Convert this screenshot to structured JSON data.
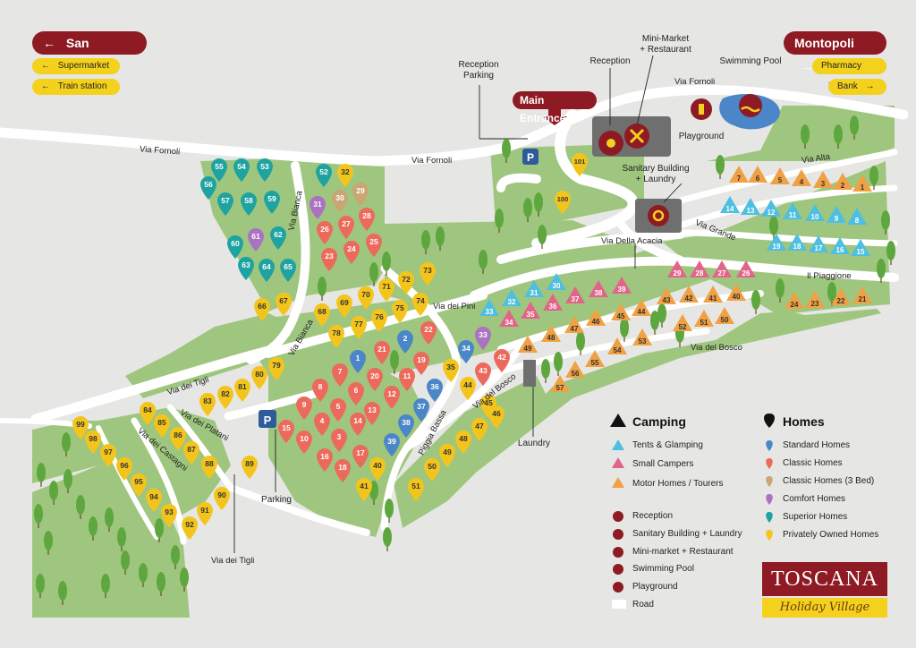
{
  "signs": {
    "left_main": "San Romano",
    "left_sub": [
      "Supermarket",
      "Train station"
    ],
    "right_main": "Montopoli",
    "right_sub": [
      "Pharmacy",
      "Bank"
    ],
    "arrow_left": "←",
    "arrow_right": "→",
    "main_entrance": "Main Entrance"
  },
  "place_labels": {
    "reception_parking": "Reception\nParking",
    "reception": "Reception",
    "minimarket": "Mini-Market\n+ Restaurant",
    "swimming_pool": "Swimming Pool",
    "playground": "Playground",
    "sanitary": "Sanitary Building\n+ Laundry",
    "laundry": "Laundry",
    "parking": "Parking"
  },
  "roads": {
    "via_fornoli": "Via Fornoli",
    "via_alta": "Via Alta",
    "via_grande": "Via Grande",
    "via_della_acacia": "Via Della Acacia",
    "il_piaggione": "Il Piaggione",
    "via_bianca": "Via Bianca",
    "via_dei_pini": "Via dei Pini",
    "via_del_bosco": "Via del Bosco",
    "via_dei_tigli": "Via dei Tigli",
    "via_dei_platani": "Via dei Platani",
    "via_dei_castagni": "Via dei Castagni",
    "piggia_bassa": "Piggia Bassa",
    "parking_symbol": "P"
  },
  "legend": {
    "camping_title": "Camping",
    "homes_title": "Homes",
    "camping_items": [
      "Tents & Glamping",
      "Small Campers",
      "Motor Homes / Tourers"
    ],
    "homes_items": [
      "Standard Homes",
      "Classic Homes",
      "Classic Homes (3 Bed)",
      "Comfort Homes",
      "Superior Homes",
      "Privately Owned Homes"
    ],
    "facilities": [
      "Reception",
      "Sanitary Building + Laundry",
      "Mini-market + Restaurant",
      "Swimming Pool",
      "Playground",
      "Road"
    ]
  },
  "brand": {
    "name": "TOSCANA",
    "tagline": "Holiday Village"
  },
  "colors": {
    "background": "#e6e6e4",
    "grass": "#9fc67e",
    "road": "#ffffff",
    "maroon": "#8e1a24",
    "yellow": "#f3d11c",
    "tent": "#4dbfe0",
    "small_camper": "#e2648a",
    "motor_home": "#f0a144",
    "standard": "#4a86c8",
    "classic": "#ec6a5c",
    "classic_3bed": "#c9a674",
    "comfort": "#ab72c1",
    "superior": "#1fa3a0",
    "private": "#f3c51c",
    "tree": "#5ea63e"
  },
  "homes": [
    {
      "n": "55",
      "c": "superior"
    },
    {
      "n": "54",
      "c": "superior"
    },
    {
      "n": "53",
      "c": "superior"
    },
    {
      "n": "56",
      "c": "superior"
    },
    {
      "n": "57",
      "c": "superior"
    },
    {
      "n": "58",
      "c": "superior"
    },
    {
      "n": "59",
      "c": "superior"
    },
    {
      "n": "60",
      "c": "superior"
    },
    {
      "n": "61",
      "c": "comfort"
    },
    {
      "n": "62",
      "c": "superior"
    },
    {
      "n": "63",
      "c": "superior"
    },
    {
      "n": "64",
      "c": "superior"
    },
    {
      "n": "65",
      "c": "superior"
    },
    {
      "n": "52",
      "c": "superior"
    },
    {
      "n": "32",
      "c": "private"
    },
    {
      "n": "30",
      "c": "classic_3bed"
    },
    {
      "n": "29",
      "c": "classic_3bed"
    },
    {
      "n": "31",
      "c": "comfort"
    },
    {
      "n": "27",
      "c": "classic"
    },
    {
      "n": "28",
      "c": "classic"
    },
    {
      "n": "26",
      "c": "classic"
    },
    {
      "n": "25",
      "c": "classic"
    },
    {
      "n": "24",
      "c": "classic"
    },
    {
      "n": "23",
      "c": "classic"
    },
    {
      "n": "66",
      "c": "private"
    },
    {
      "n": "67",
      "c": "private"
    },
    {
      "n": "73",
      "c": "private"
    },
    {
      "n": "72",
      "c": "private"
    },
    {
      "n": "71",
      "c": "private"
    },
    {
      "n": "70",
      "c": "private"
    },
    {
      "n": "68",
      "c": "private"
    },
    {
      "n": "69",
      "c": "private"
    },
    {
      "n": "74",
      "c": "private"
    },
    {
      "n": "75",
      "c": "private"
    },
    {
      "n": "76",
      "c": "private"
    },
    {
      "n": "77",
      "c": "private"
    },
    {
      "n": "78",
      "c": "private"
    },
    {
      "n": "21",
      "c": "classic"
    },
    {
      "n": "2",
      "c": "standard"
    },
    {
      "n": "22",
      "c": "classic"
    },
    {
      "n": "1",
      "c": "standard"
    },
    {
      "n": "19",
      "c": "classic"
    },
    {
      "n": "7",
      "c": "classic"
    },
    {
      "n": "20",
      "c": "classic"
    },
    {
      "n": "11",
      "c": "classic"
    },
    {
      "n": "8",
      "c": "classic"
    },
    {
      "n": "6",
      "c": "classic"
    },
    {
      "n": "12",
      "c": "classic"
    },
    {
      "n": "9",
      "c": "classic"
    },
    {
      "n": "5",
      "c": "classic"
    },
    {
      "n": "13",
      "c": "classic"
    },
    {
      "n": "4",
      "c": "classic"
    },
    {
      "n": "14",
      "c": "classic"
    },
    {
      "n": "10",
      "c": "classic"
    },
    {
      "n": "3",
      "c": "classic"
    },
    {
      "n": "15",
      "c": "classic"
    },
    {
      "n": "16",
      "c": "classic"
    },
    {
      "n": "17",
      "c": "classic"
    },
    {
      "n": "18",
      "c": "classic"
    },
    {
      "n": "34",
      "c": "standard"
    },
    {
      "n": "33",
      "c": "comfort"
    },
    {
      "n": "35",
      "c": "private"
    },
    {
      "n": "42",
      "c": "classic"
    },
    {
      "n": "43",
      "c": "classic"
    },
    {
      "n": "36",
      "c": "standard"
    },
    {
      "n": "44",
      "c": "private"
    },
    {
      "n": "37",
      "c": "standard"
    },
    {
      "n": "38",
      "c": "standard"
    },
    {
      "n": "39",
      "c": "standard"
    },
    {
      "n": "45",
      "c": "private"
    },
    {
      "n": "46",
      "c": "private"
    },
    {
      "n": "47",
      "c": "private"
    },
    {
      "n": "48",
      "c": "private"
    },
    {
      "n": "49",
      "c": "private"
    },
    {
      "n": "50",
      "c": "private"
    },
    {
      "n": "51",
      "c": "private"
    },
    {
      "n": "40",
      "c": "private"
    },
    {
      "n": "41",
      "c": "private"
    },
    {
      "n": "79",
      "c": "private"
    },
    {
      "n": "80",
      "c": "private"
    },
    {
      "n": "81",
      "c": "private"
    },
    {
      "n": "82",
      "c": "private"
    },
    {
      "n": "83",
      "c": "private"
    },
    {
      "n": "84",
      "c": "private"
    },
    {
      "n": "85",
      "c": "private"
    },
    {
      "n": "86",
      "c": "private"
    },
    {
      "n": "87",
      "c": "private"
    },
    {
      "n": "88",
      "c": "private"
    },
    {
      "n": "89",
      "c": "private"
    },
    {
      "n": "90",
      "c": "private"
    },
    {
      "n": "91",
      "c": "private"
    },
    {
      "n": "92",
      "c": "private"
    },
    {
      "n": "93",
      "c": "private"
    },
    {
      "n": "94",
      "c": "private"
    },
    {
      "n": "95",
      "c": "private"
    },
    {
      "n": "96",
      "c": "private"
    },
    {
      "n": "97",
      "c": "private"
    },
    {
      "n": "98",
      "c": "private"
    },
    {
      "n": "99",
      "c": "private"
    },
    {
      "n": "100",
      "c": "private"
    },
    {
      "n": "101",
      "c": "private"
    }
  ],
  "pitches": [
    {
      "n": "7",
      "c": "motor_home"
    },
    {
      "n": "6",
      "c": "motor_home"
    },
    {
      "n": "5",
      "c": "motor_home"
    },
    {
      "n": "4",
      "c": "motor_home"
    },
    {
      "n": "3",
      "c": "motor_home"
    },
    {
      "n": "2",
      "c": "motor_home"
    },
    {
      "n": "1",
      "c": "motor_home"
    },
    {
      "n": "14",
      "c": "tent"
    },
    {
      "n": "13",
      "c": "tent"
    },
    {
      "n": "12",
      "c": "tent"
    },
    {
      "n": "11",
      "c": "tent"
    },
    {
      "n": "10",
      "c": "tent"
    },
    {
      "n": "9",
      "c": "tent"
    },
    {
      "n": "8",
      "c": "tent"
    },
    {
      "n": "19",
      "c": "tent"
    },
    {
      "n": "18",
      "c": "tent"
    },
    {
      "n": "17",
      "c": "tent"
    },
    {
      "n": "16",
      "c": "tent"
    },
    {
      "n": "15",
      "c": "tent"
    },
    {
      "n": "29",
      "c": "small_camper"
    },
    {
      "n": "28",
      "c": "small_camper"
    },
    {
      "n": "27",
      "c": "small_camper"
    },
    {
      "n": "26",
      "c": "small_camper"
    },
    {
      "n": "24",
      "c": "motor_home"
    },
    {
      "n": "23",
      "c": "motor_home"
    },
    {
      "n": "22",
      "c": "motor_home"
    },
    {
      "n": "21",
      "c": "motor_home"
    },
    {
      "n": "43",
      "c": "motor_home"
    },
    {
      "n": "42",
      "c": "motor_home"
    },
    {
      "n": "41",
      "c": "motor_home"
    },
    {
      "n": "40",
      "c": "motor_home"
    },
    {
      "n": "52",
      "c": "motor_home"
    },
    {
      "n": "51",
      "c": "motor_home"
    },
    {
      "n": "50",
      "c": "motor_home"
    },
    {
      "n": "33",
      "c": "tent"
    },
    {
      "n": "32",
      "c": "tent"
    },
    {
      "n": "31",
      "c": "tent"
    },
    {
      "n": "30",
      "c": "tent"
    },
    {
      "n": "34",
      "c": "small_camper"
    },
    {
      "n": "35",
      "c": "small_camper"
    },
    {
      "n": "36",
      "c": "small_camper"
    },
    {
      "n": "37",
      "c": "small_camper"
    },
    {
      "n": "38",
      "c": "small_camper"
    },
    {
      "n": "39",
      "c": "small_camper"
    },
    {
      "n": "44",
      "c": "motor_home"
    },
    {
      "n": "45",
      "c": "motor_home"
    },
    {
      "n": "46",
      "c": "motor_home"
    },
    {
      "n": "47",
      "c": "motor_home"
    },
    {
      "n": "48",
      "c": "motor_home"
    },
    {
      "n": "49",
      "c": "motor_home"
    },
    {
      "n": "53",
      "c": "motor_home"
    },
    {
      "n": "54",
      "c": "motor_home"
    },
    {
      "n": "55",
      "c": "motor_home"
    },
    {
      "n": "56",
      "c": "motor_home"
    },
    {
      "n": "57",
      "c": "motor_home"
    }
  ]
}
